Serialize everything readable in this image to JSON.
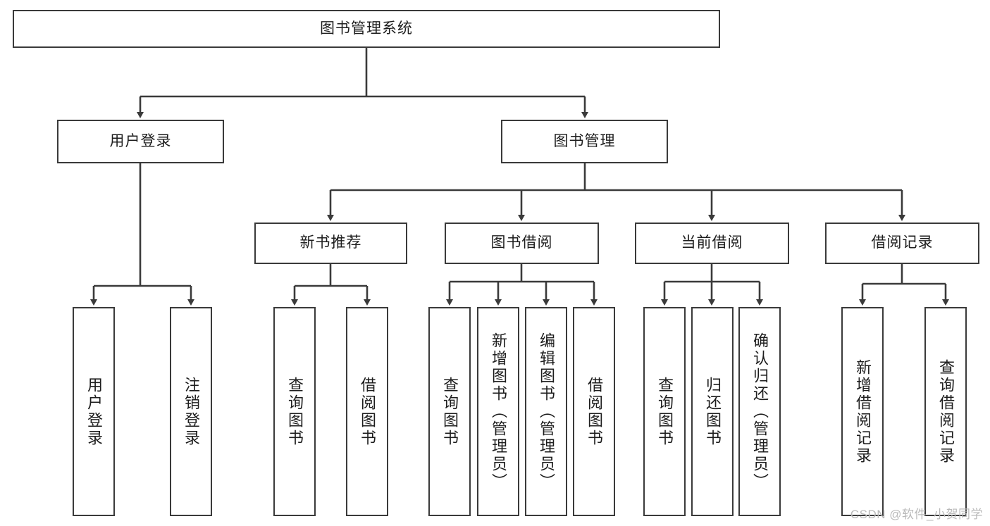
{
  "diagram": {
    "type": "tree-hierarchy-chart",
    "title": "图书管理系统",
    "watermark": "CSDN @软件_小贺同学",
    "colors": {
      "box_border": "#3a3a3a",
      "box_fill": "#ffffff",
      "connector": "#3a3a3a",
      "text": "#1d1d1d",
      "watermark": "#b9b9b9",
      "background": "#ffffff"
    },
    "nodes": {
      "root": {
        "label": "图书管理系统"
      },
      "level2": [
        {
          "id": "user-login",
          "label": "用户登录"
        },
        {
          "id": "book-management",
          "label": "图书管理"
        }
      ],
      "level3": [
        {
          "id": "new-book-recommend",
          "label": "新书推荐"
        },
        {
          "id": "book-borrow",
          "label": "图书借阅"
        },
        {
          "id": "current-borrow",
          "label": "当前借阅"
        },
        {
          "id": "borrow-record",
          "label": "借阅记录"
        }
      ],
      "leaves": {
        "user-login": [
          {
            "id": "leaf-user-login",
            "label": "用户登录"
          },
          {
            "id": "leaf-logout-login",
            "label": "注销登录"
          }
        ],
        "new-book-recommend": [
          {
            "id": "leaf-query-book-1",
            "label": "查询图书"
          },
          {
            "id": "leaf-borrow-book-1",
            "label": "借阅图书"
          }
        ],
        "book-borrow": [
          {
            "id": "leaf-query-book-2",
            "label": "查询图书"
          },
          {
            "id": "leaf-add-book",
            "label": "新增图书（管理员）"
          },
          {
            "id": "leaf-edit-book",
            "label": "编辑图书（管理员）"
          },
          {
            "id": "leaf-borrow-book-2",
            "label": "借阅图书"
          }
        ],
        "current-borrow": [
          {
            "id": "leaf-query-book-3",
            "label": "查询图书"
          },
          {
            "id": "leaf-return-book",
            "label": "归还图书"
          },
          {
            "id": "leaf-confirm-return",
            "label": "确认归还（管理员）"
          }
        ],
        "borrow-record": [
          {
            "id": "leaf-add-record",
            "label": "新增借阅记录"
          },
          {
            "id": "leaf-query-record",
            "label": "查询借阅记录"
          }
        ]
      }
    }
  }
}
